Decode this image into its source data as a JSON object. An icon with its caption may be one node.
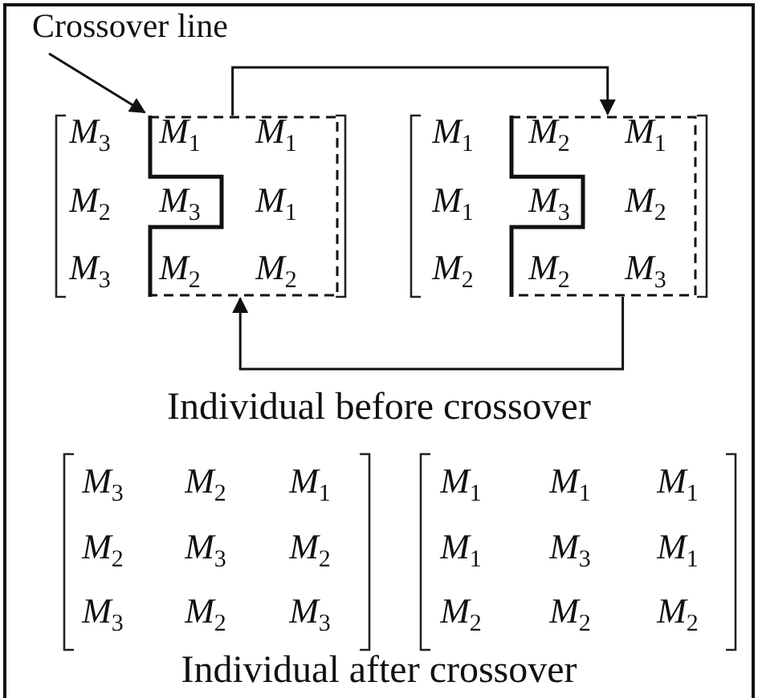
{
  "diagram": {
    "nodes": [
      {
        "text": [
          "Crossover line"
        ]
      },
      {
        "text": [],
        "shape": "box"
      },
      {
        "text": [],
        "shape": "box"
      }
    ],
    "edges": [
      {
        "from": 0,
        "to": 1,
        "arrow": "to"
      },
      {
        "from": 1,
        "to": 2,
        "arrow": "to"
      },
      {
        "from": 2,
        "to": 1,
        "arrow": "to"
      }
    ],
    "labels": [
      "M$_{3}$",
      "M$_{1}$",
      "M$_{1}$",
      "M$_{2}$",
      "M$_{3}$",
      "M$_{1}$",
      "M$_{3}$",
      "M$_{2}$",
      "M$_{2}$",
      "M$_{1}$",
      "M$_{2}$",
      "M$_{1}$",
      "M$_{1}$",
      "M$_{3}$",
      "M$_{2}$",
      "M$_{2}$",
      "M$_{2}$",
      "M$_{3}$",
      "Individual before crossover",
      "M$_{3}$",
      "M$_{2}$",
      "M$_{1}$",
      "M$_{2}$",
      "M$_{3}$",
      "M$_{2}$",
      "M$_{3}$",
      "M$_{2}$",
      "M$_{3}$",
      "M$_{1}$",
      "M$_{1}$",
      "M$_{1}$",
      "M$_{1}$",
      "M$_{3}$",
      "M$_{1}$",
      "M$_{2}$",
      "M$_{2}$",
      "M$_{2}$",
      "Individual after crossover"
    ]
  }
}
